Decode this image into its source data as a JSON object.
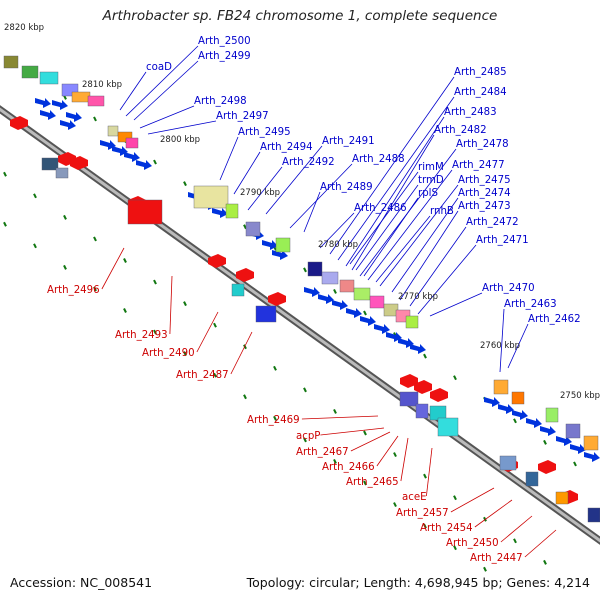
{
  "header": {
    "title": "Arthrobacter sp. FB24 chromosome 1, complete sequence"
  },
  "footer": {
    "accession": "Accession: NC_008541",
    "stats": "Topology: circular; Length: 4,698,945 bp; Genes: 4,214"
  },
  "colors": {
    "forward_label": "#0000cc",
    "reverse_label": "#cc0000",
    "forward_gene": "#0033dd",
    "reverse_gene": "#ee1111",
    "backbone": "#888888",
    "tick": "#117711"
  },
  "scale_labels": [
    "2820 kbp",
    "2810 kbp",
    "2800 kbp",
    "2790 kbp",
    "2780 kbp",
    "2770 kbp",
    "2760 kbp",
    "2750 kbp"
  ],
  "forward_genes": [
    "coaD",
    "Arth_2500",
    "Arth_2499",
    "Arth_2498",
    "Arth_2497",
    "Arth_2495",
    "Arth_2494",
    "Arth_2491",
    "Arth_2492",
    "Arth_2488",
    "Arth_2489",
    "rimM",
    "trmD",
    "rplS",
    "rnhB",
    "Arth_2486",
    "Arth_2485",
    "Arth_2484",
    "Arth_2483",
    "Arth_2482",
    "Arth_2478",
    "Arth_2477",
    "Arth_2475",
    "Arth_2474",
    "Arth_2473",
    "Arth_2472",
    "Arth_2471",
    "Arth_2470",
    "Arth_2463",
    "Arth_2462"
  ],
  "reverse_genes": [
    "Arth_2496",
    "Arth_2493",
    "Arth_2490",
    "Arth_2487",
    "Arth_2469",
    "acpP",
    "Arth_2467",
    "Arth_2466",
    "Arth_2465",
    "aceE",
    "Arth_2457",
    "Arth_2454",
    "Arth_2450",
    "Arth_2447"
  ]
}
